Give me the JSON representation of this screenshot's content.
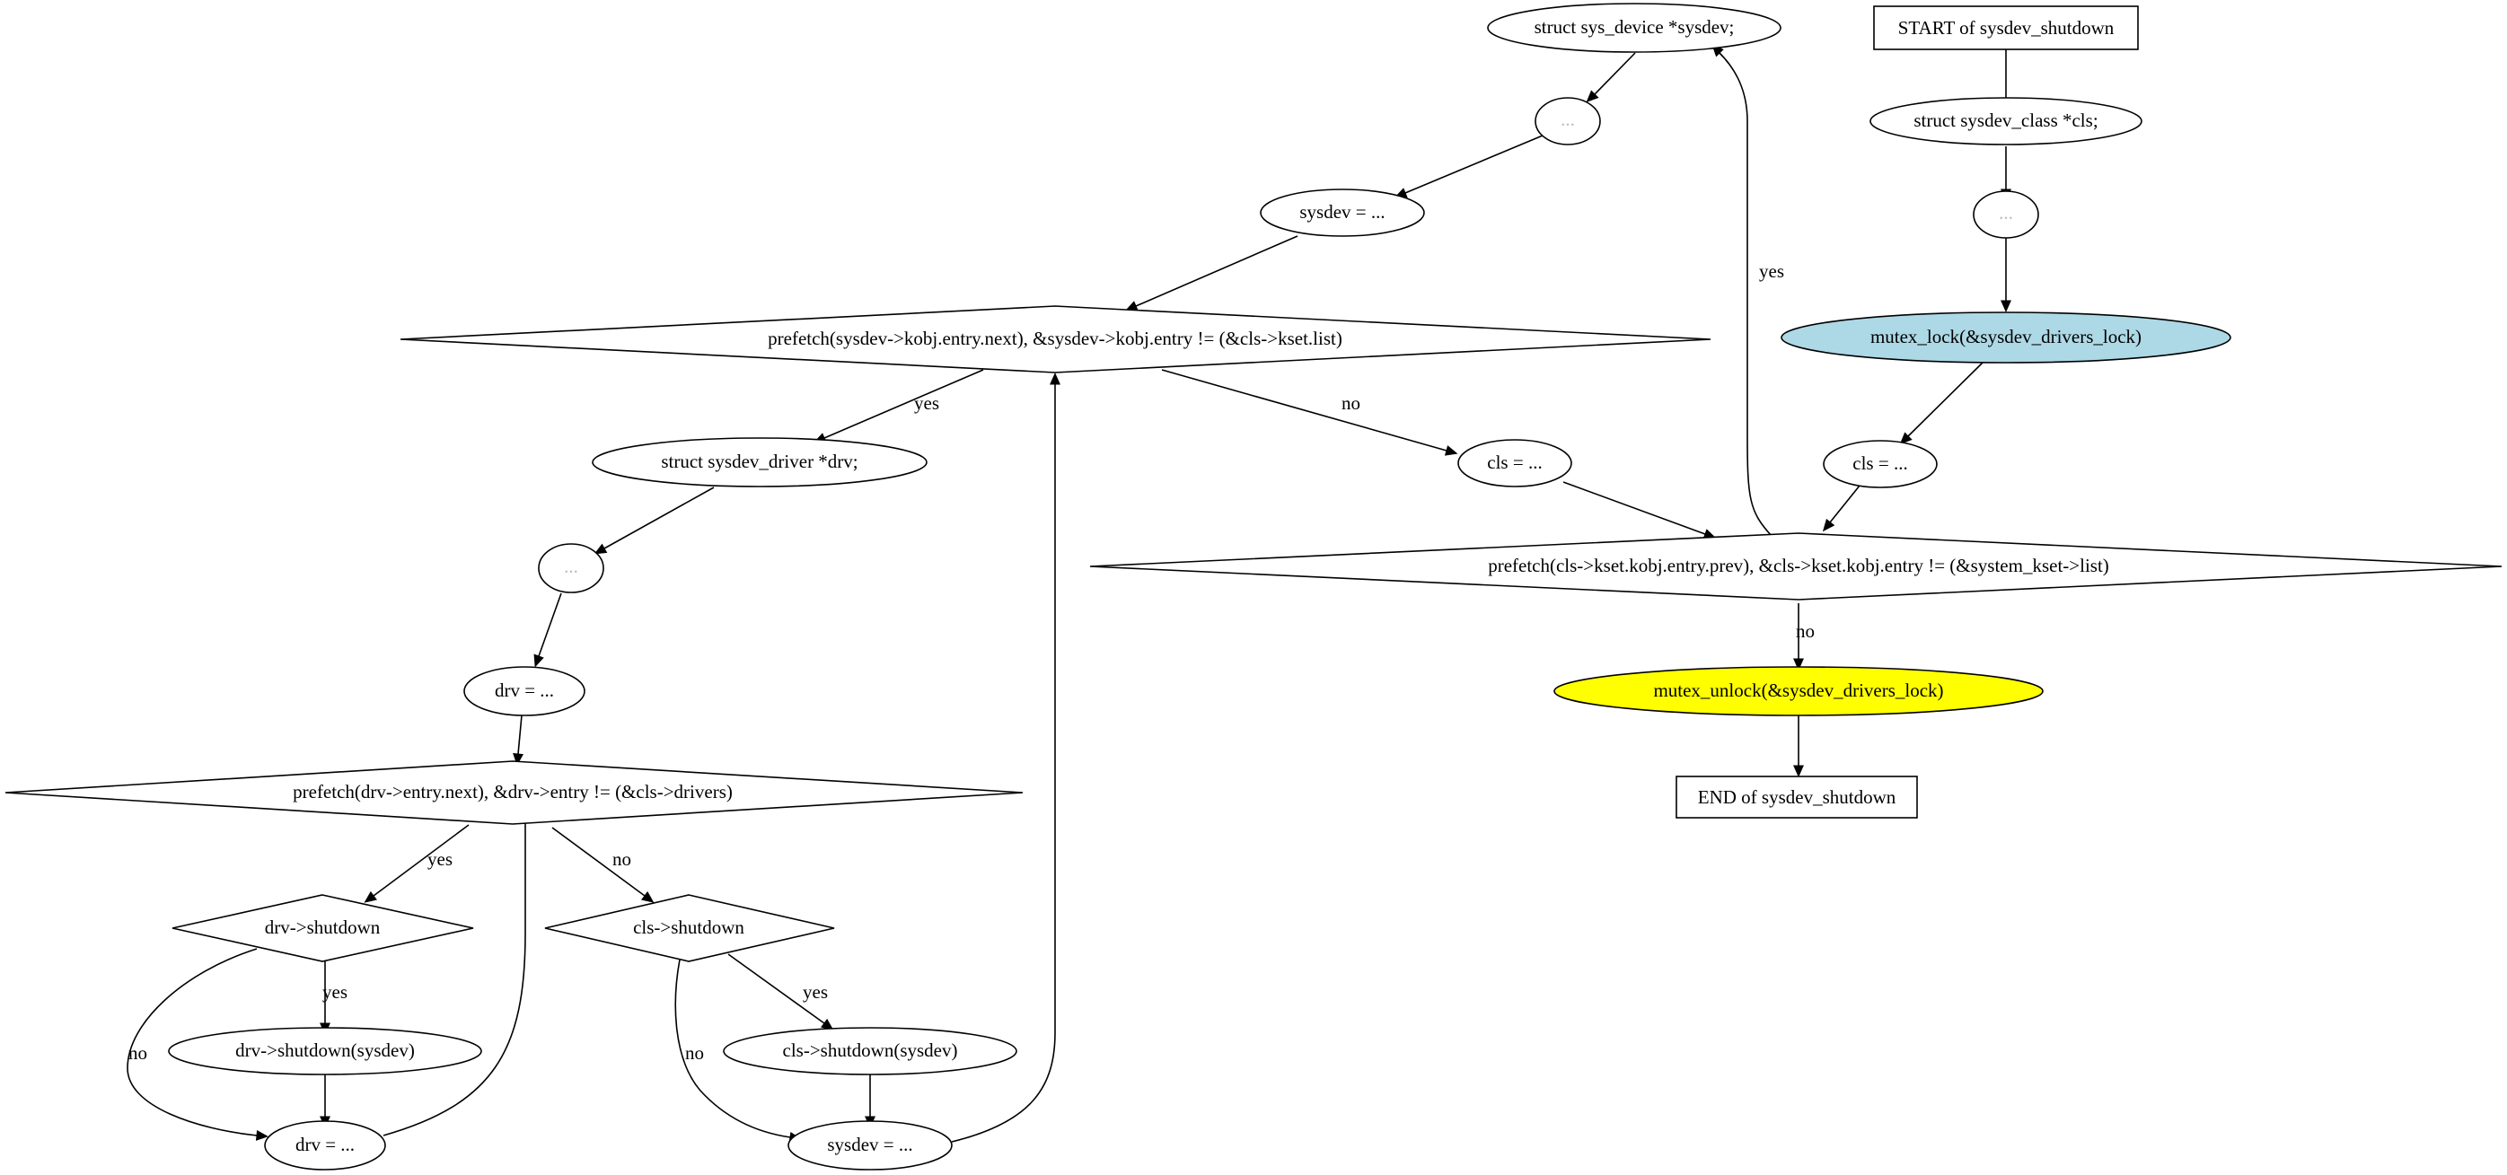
{
  "colors": {
    "default_fill": "#ffffff",
    "stroke": "#000000",
    "mutex_lock_fill": "#add8e6",
    "mutex_unlock_fill": "#ffff00",
    "placeholder_text": "#bdbdbd"
  },
  "nodes": {
    "start": {
      "label": "START of sysdev_shutdown",
      "shape": "box"
    },
    "decl_cls": {
      "label": "struct sysdev_class *cls;",
      "shape": "ellipse"
    },
    "dots_1": {
      "label": "...",
      "shape": "ellipse"
    },
    "mutex_lock": {
      "label": "mutex_lock(&sysdev_drivers_lock)",
      "shape": "ellipse",
      "fill": "lightblue"
    },
    "cls_assign_1": {
      "label": "cls = ...",
      "shape": "ellipse"
    },
    "loop_cls": {
      "label": "prefetch(cls->kset.kobj.entry.prev), &cls->kset.kobj.entry != (&system_kset->list)",
      "shape": "diamond"
    },
    "mutex_unlock": {
      "label": "mutex_unlock(&sysdev_drivers_lock)",
      "shape": "ellipse",
      "fill": "yellow"
    },
    "end": {
      "label": "END of sysdev_shutdown",
      "shape": "box"
    },
    "decl_sysdev": {
      "label": "struct sys_device *sysdev;",
      "shape": "ellipse"
    },
    "dots_2": {
      "label": "...",
      "shape": "ellipse"
    },
    "sysdev_assign_1": {
      "label": "sysdev = ...",
      "shape": "ellipse"
    },
    "loop_sysdev": {
      "label": "prefetch(sysdev->kobj.entry.next), &sysdev->kobj.entry != (&cls->kset.list)",
      "shape": "diamond"
    },
    "cls_assign_2": {
      "label": "cls = ...",
      "shape": "ellipse"
    },
    "decl_drv": {
      "label": "struct sysdev_driver *drv;",
      "shape": "ellipse"
    },
    "dots_3": {
      "label": "...",
      "shape": "ellipse"
    },
    "drv_assign_1": {
      "label": "drv = ...",
      "shape": "ellipse"
    },
    "loop_drv": {
      "label": "prefetch(drv->entry.next), &drv->entry != (&cls->drivers)",
      "shape": "diamond"
    },
    "cond_drv_shutdown": {
      "label": "drv->shutdown",
      "shape": "diamond"
    },
    "call_drv_shutdown": {
      "label": "drv->shutdown(sysdev)",
      "shape": "ellipse"
    },
    "drv_assign_2": {
      "label": "drv = ...",
      "shape": "ellipse"
    },
    "cond_cls_shutdown": {
      "label": "cls->shutdown",
      "shape": "diamond"
    },
    "call_cls_shutdown": {
      "label": "cls->shutdown(sysdev)",
      "shape": "ellipse"
    },
    "sysdev_assign_2": {
      "label": "sysdev = ...",
      "shape": "ellipse"
    }
  },
  "edge_labels": {
    "loop_cls_yes": "yes",
    "loop_cls_no": "no",
    "loop_sysdev_yes": "yes",
    "loop_sysdev_no": "no",
    "loop_drv_yes": "yes",
    "loop_drv_no": "no",
    "drv_shutdown_yes": "yes",
    "drv_shutdown_no": "no",
    "cls_shutdown_yes": "yes",
    "cls_shutdown_no": "no"
  },
  "edges": [
    {
      "from": "start",
      "to": "decl_cls"
    },
    {
      "from": "decl_cls",
      "to": "dots_1"
    },
    {
      "from": "dots_1",
      "to": "mutex_lock"
    },
    {
      "from": "mutex_lock",
      "to": "cls_assign_1"
    },
    {
      "from": "cls_assign_1",
      "to": "loop_cls"
    },
    {
      "from": "loop_cls",
      "to": "decl_sysdev",
      "label": "yes"
    },
    {
      "from": "loop_cls",
      "to": "mutex_unlock",
      "label": "no"
    },
    {
      "from": "mutex_unlock",
      "to": "end"
    },
    {
      "from": "decl_sysdev",
      "to": "dots_2"
    },
    {
      "from": "dots_2",
      "to": "sysdev_assign_1"
    },
    {
      "from": "sysdev_assign_1",
      "to": "loop_sysdev"
    },
    {
      "from": "loop_sysdev",
      "to": "decl_drv",
      "label": "yes"
    },
    {
      "from": "loop_sysdev",
      "to": "cls_assign_2",
      "label": "no"
    },
    {
      "from": "cls_assign_2",
      "to": "loop_cls"
    },
    {
      "from": "decl_drv",
      "to": "dots_3"
    },
    {
      "from": "dots_3",
      "to": "drv_assign_1"
    },
    {
      "from": "drv_assign_1",
      "to": "loop_drv"
    },
    {
      "from": "loop_drv",
      "to": "cond_drv_shutdown",
      "label": "yes"
    },
    {
      "from": "loop_drv",
      "to": "cond_cls_shutdown",
      "label": "no"
    },
    {
      "from": "cond_drv_shutdown",
      "to": "call_drv_shutdown",
      "label": "yes"
    },
    {
      "from": "cond_drv_shutdown",
      "to": "drv_assign_2",
      "label": "no"
    },
    {
      "from": "call_drv_shutdown",
      "to": "drv_assign_2"
    },
    {
      "from": "drv_assign_2",
      "to": "loop_drv"
    },
    {
      "from": "cond_cls_shutdown",
      "to": "call_cls_shutdown",
      "label": "yes"
    },
    {
      "from": "cond_cls_shutdown",
      "to": "sysdev_assign_2",
      "label": "no"
    },
    {
      "from": "call_cls_shutdown",
      "to": "sysdev_assign_2"
    },
    {
      "from": "sysdev_assign_2",
      "to": "loop_sysdev"
    }
  ]
}
